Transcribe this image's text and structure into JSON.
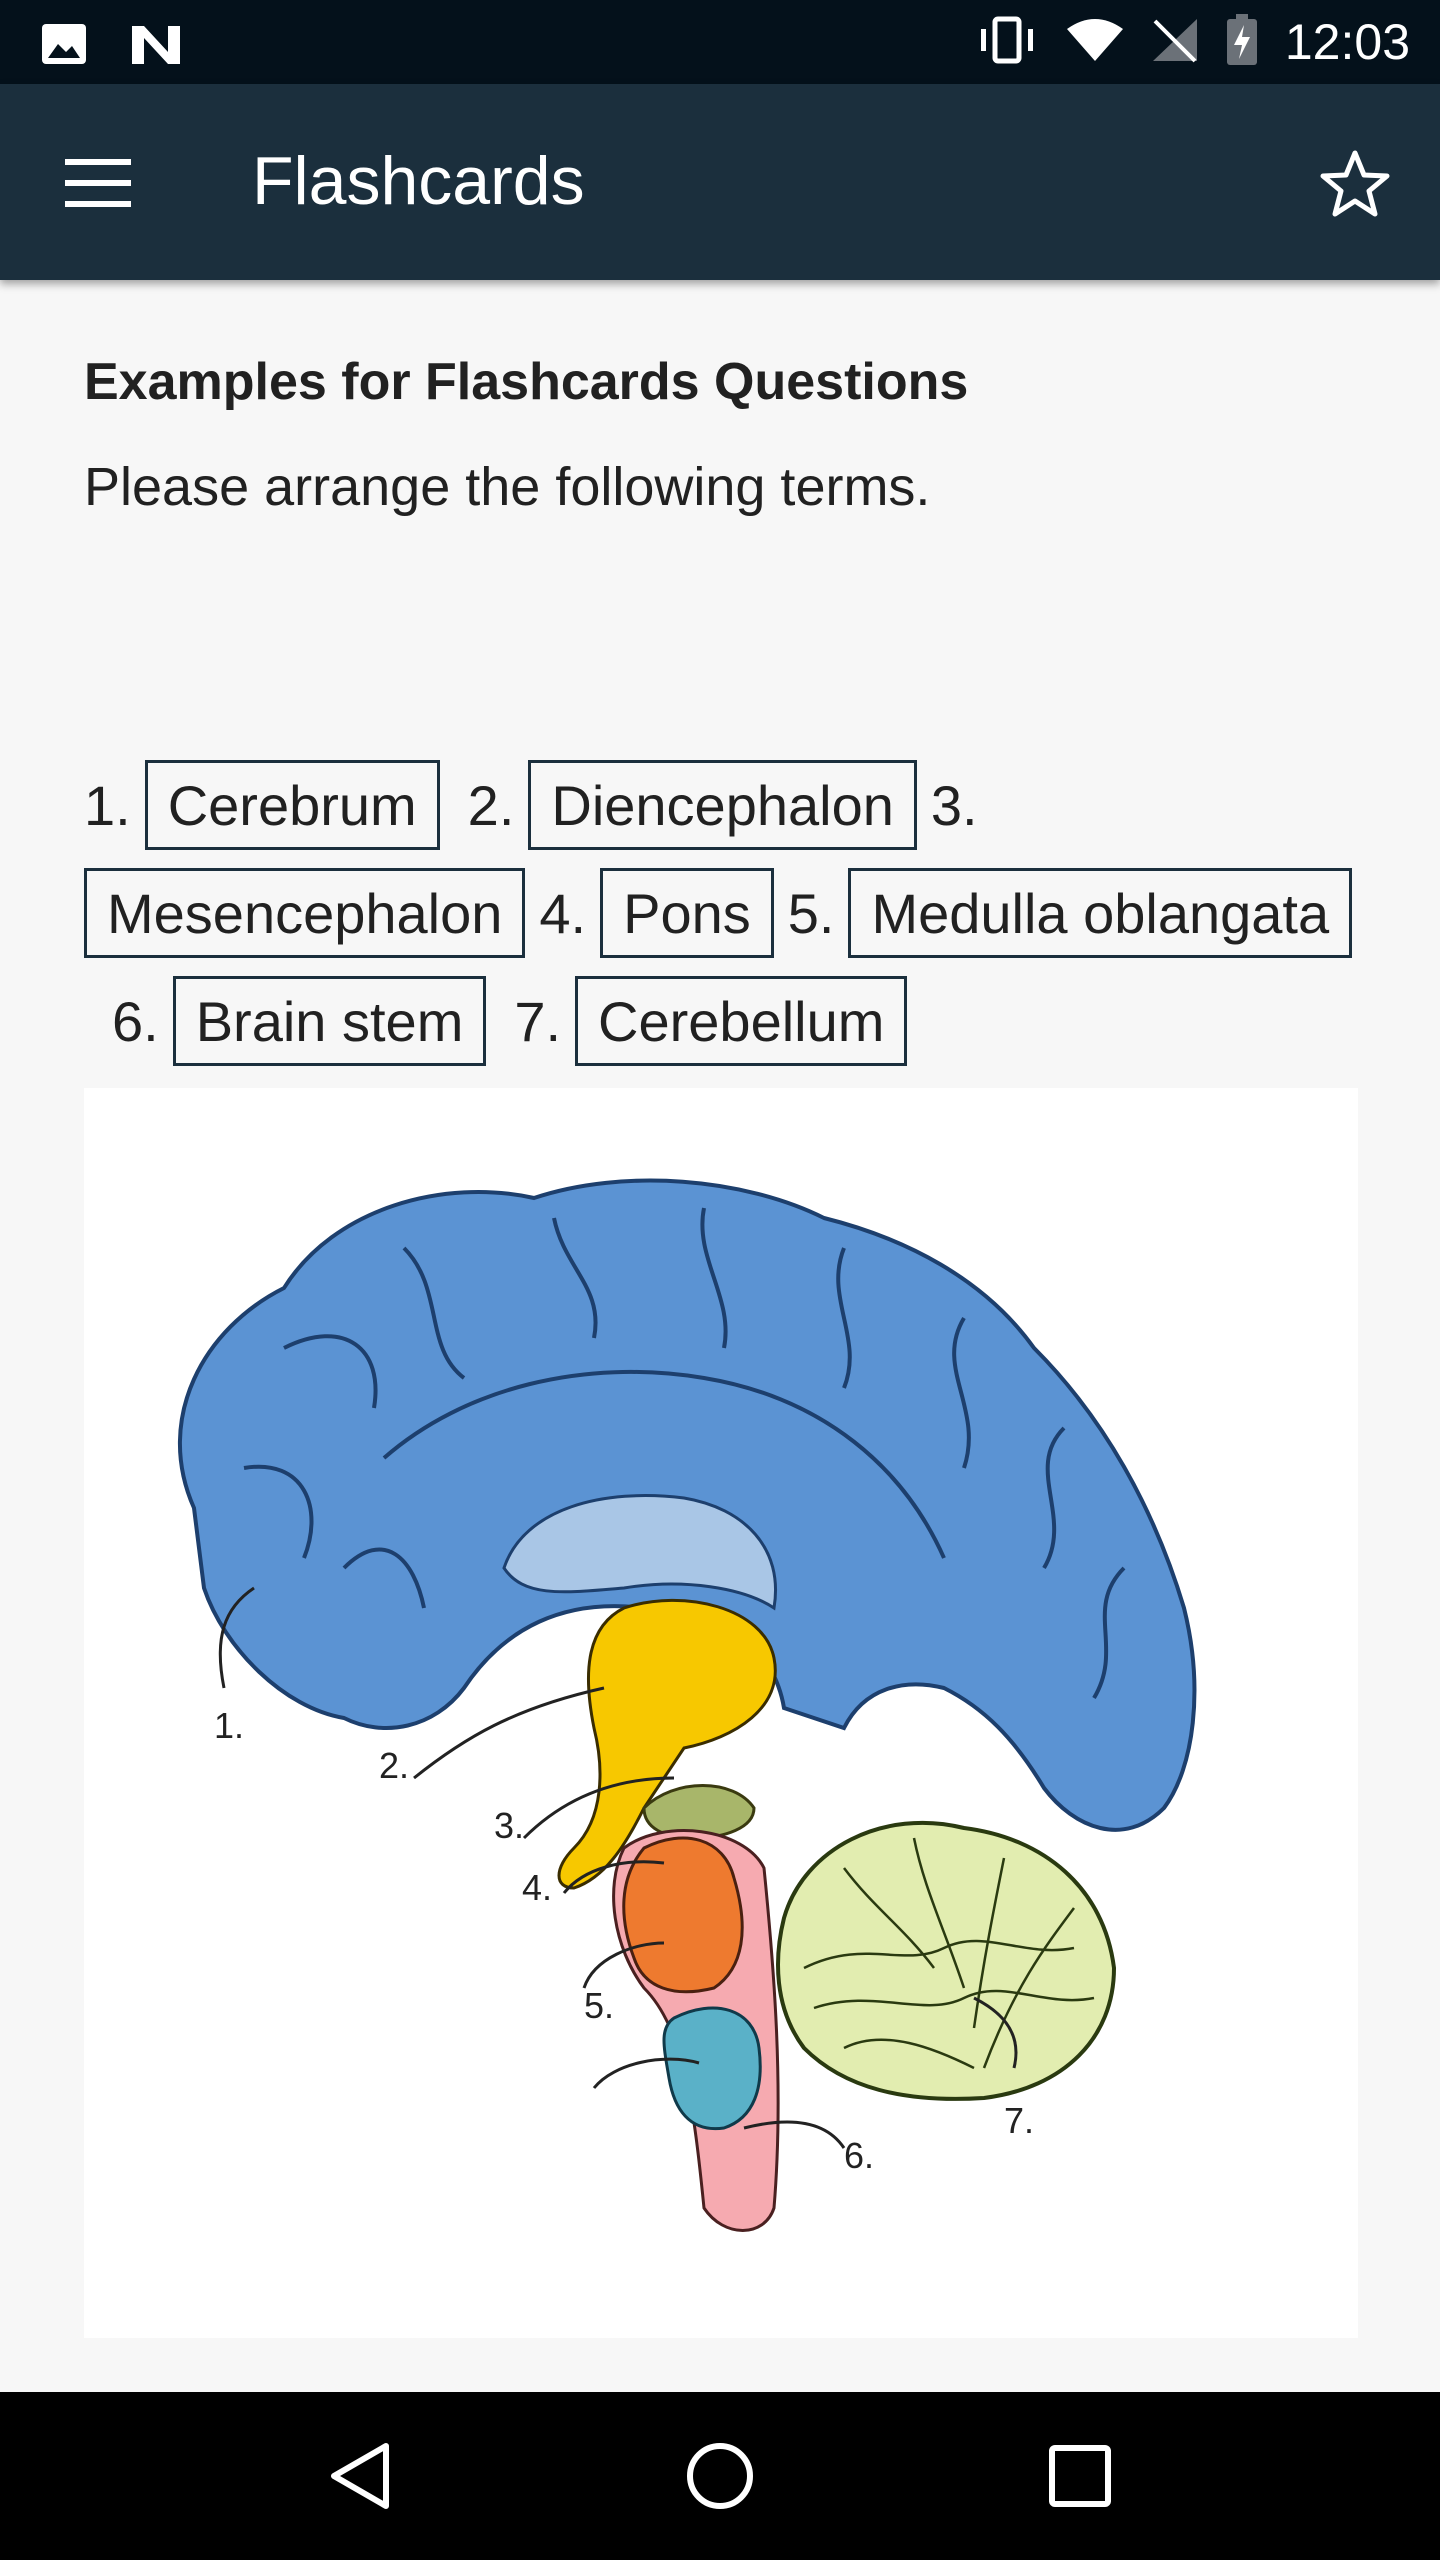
{
  "status_bar": {
    "time": "12:03",
    "icons": [
      "image-icon",
      "n-logo-icon",
      "vibrate-icon",
      "wifi-icon",
      "no-signal-icon",
      "battery-charging-icon"
    ]
  },
  "app_bar": {
    "title": "Flashcards",
    "menu_icon": "hamburger-menu-icon",
    "star_icon": "star-outline-icon"
  },
  "content": {
    "section_title": "Examples for Flashcards Questions",
    "instruction": "Please arrange the following terms.",
    "terms": [
      {
        "number": "1.",
        "label": "Cerebrum"
      },
      {
        "number": "2.",
        "label": "Diencephalon"
      },
      {
        "number": "3.",
        "label": "Mesencephalon"
      },
      {
        "number": "4.",
        "label": "Pons"
      },
      {
        "number": "5.",
        "label": "Medulla oblangata"
      },
      {
        "number": "6.",
        "label": "Brain stem"
      },
      {
        "number": "7.",
        "label": "Cerebellum"
      }
    ],
    "diagram_labels": [
      "1.",
      "2.",
      "3.",
      "4.",
      "5.",
      "6.",
      "7."
    ]
  },
  "nav_bar": {
    "back_icon": "back-triangle-icon",
    "home_icon": "home-circle-icon",
    "recents_icon": "recents-square-icon"
  },
  "colors": {
    "app_bar": "#1b2f3d",
    "status_bar": "#04111b",
    "cerebrum": "#5b93d3",
    "diencephalon": "#f7c800",
    "mesencephalon": "#a8b66a",
    "pons": "#ee7a2f",
    "medulla": "#5ab1c8",
    "brain_stem": "#f6aab0",
    "cerebellum": "#e2edb0"
  }
}
